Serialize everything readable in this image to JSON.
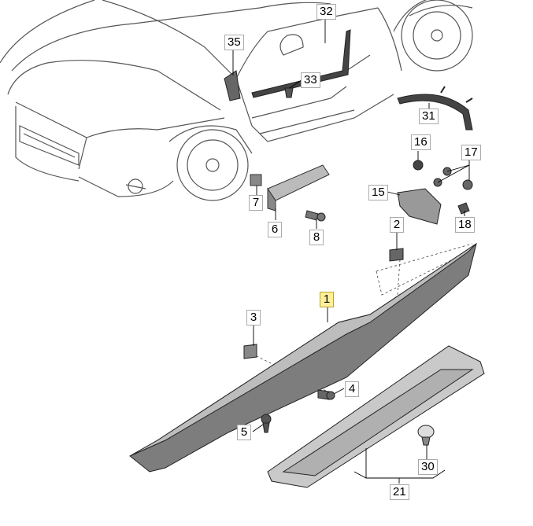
{
  "diagram": {
    "callouts": [
      {
        "id": "1",
        "label": "1",
        "highlighted": true
      },
      {
        "id": "2",
        "label": "2"
      },
      {
        "id": "3",
        "label": "3"
      },
      {
        "id": "4",
        "label": "4"
      },
      {
        "id": "5",
        "label": "5"
      },
      {
        "id": "6",
        "label": "6"
      },
      {
        "id": "7",
        "label": "7"
      },
      {
        "id": "8",
        "label": "8"
      },
      {
        "id": "15",
        "label": "15"
      },
      {
        "id": "16",
        "label": "16"
      },
      {
        "id": "17",
        "label": "17"
      },
      {
        "id": "18",
        "label": "18"
      },
      {
        "id": "21",
        "label": "21"
      },
      {
        "id": "30",
        "label": "30"
      },
      {
        "id": "31",
        "label": "31"
      },
      {
        "id": "32",
        "label": "32"
      },
      {
        "id": "33",
        "label": "33"
      },
      {
        "id": "35",
        "label": "35"
      }
    ],
    "colors": {
      "highlight": "#ffef9a",
      "line": "#000000",
      "part_fill": "#7a7a7a",
      "car_line": "#555555"
    }
  }
}
